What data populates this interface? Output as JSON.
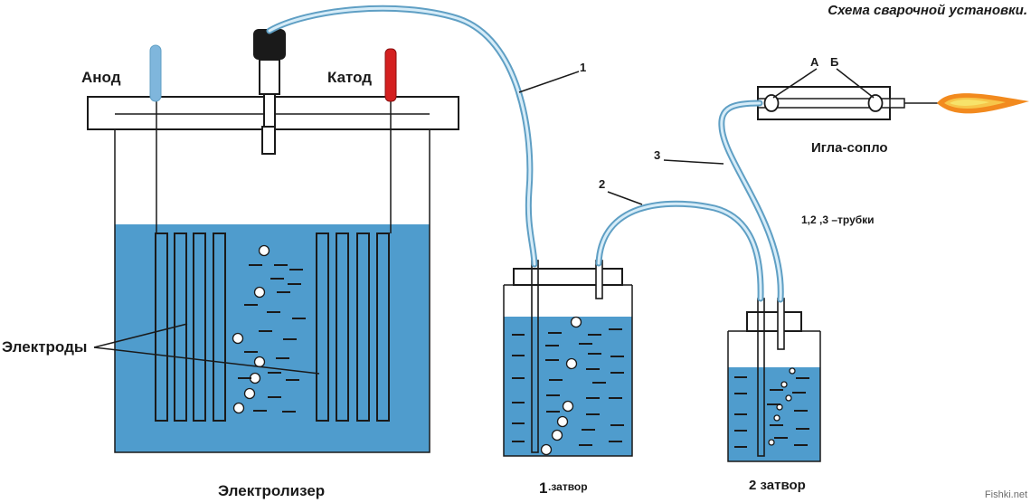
{
  "title": "Схема сварочной установки.",
  "labels": {
    "anode": "Анод",
    "cathode": "Катод",
    "electrodes": "Электроды",
    "electrolyzer": "Электролизер",
    "trap1_num": "1",
    "trap1_word": ".затвор",
    "trap2": "2 затвор",
    "nozzle": "Игла-сопло",
    "tubes_note": "1,2 ,3 –трубки",
    "point_a": "А",
    "point_b": "Б",
    "tube1": "1",
    "tube2": "2",
    "tube3": "3"
  },
  "watermark": "Fishki.net",
  "colors": {
    "water": "#4f9ccd",
    "tube": "#5f9fc4",
    "anode_tip": "#7fb6dc",
    "cathode_tip": "#d42020",
    "flame_outer": "#f28a1e",
    "flame_inner": "#f7e36a"
  }
}
